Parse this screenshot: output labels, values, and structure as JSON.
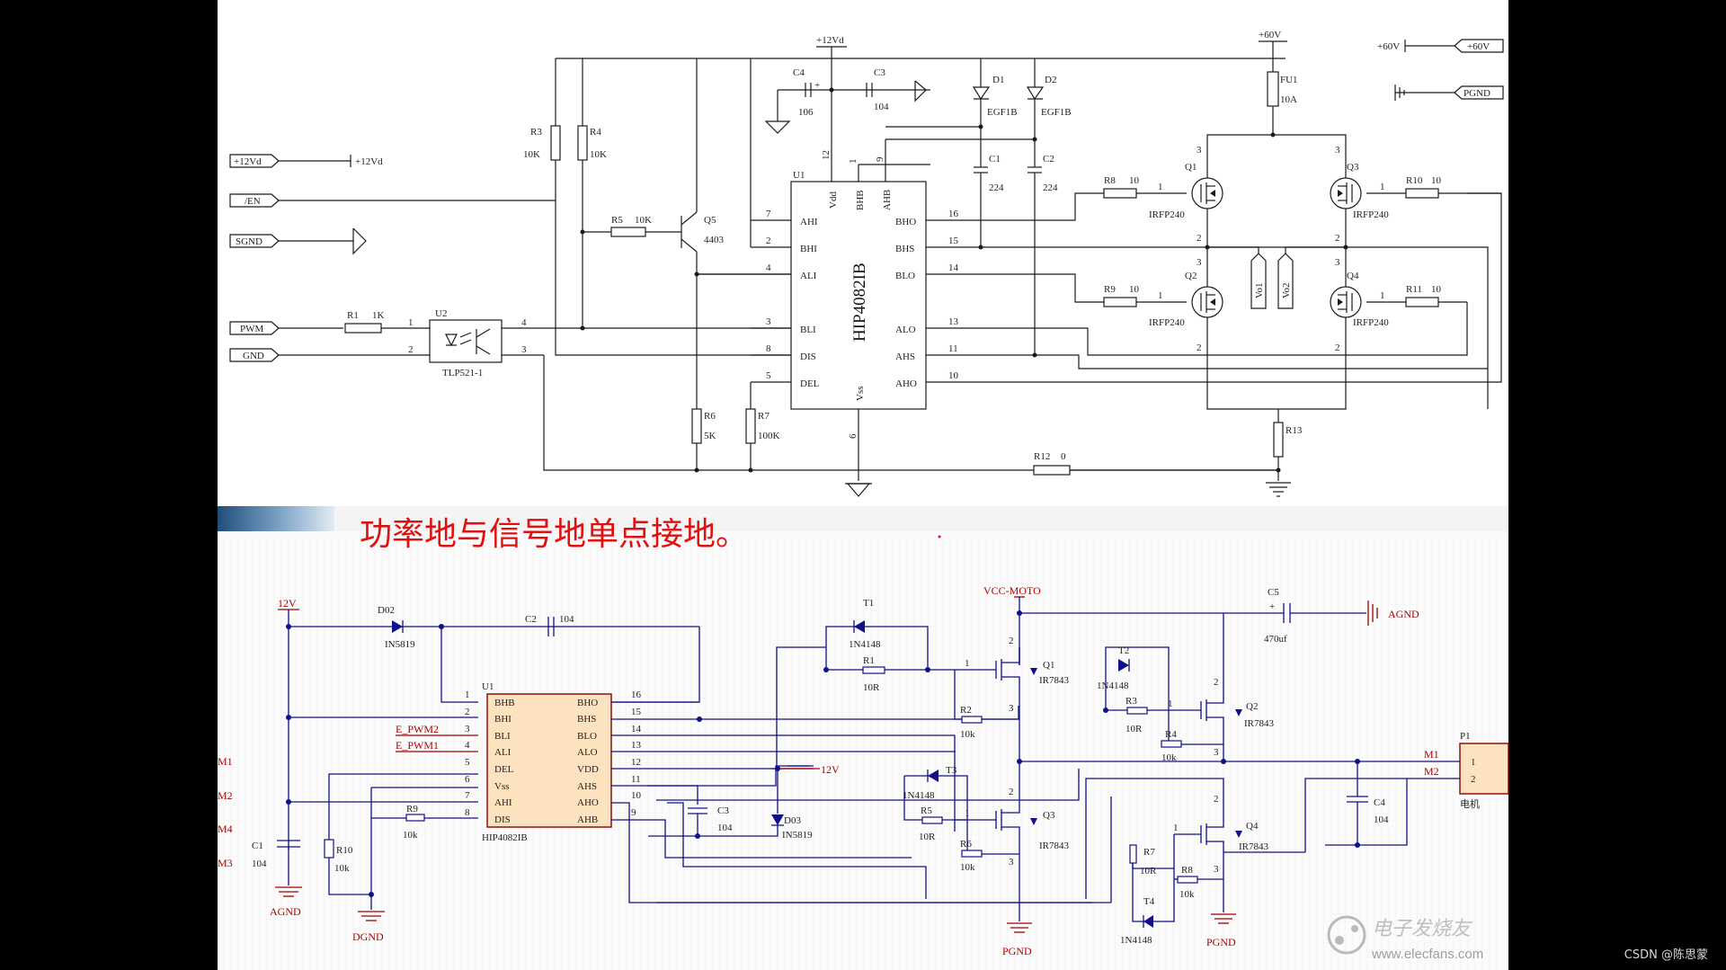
{
  "caption": "功率地与信号地单点接地。",
  "watermark": {
    "logo_text": "电子发烧友",
    "url": "www.elecfans.com",
    "credit": "CSDN @陈思蒙"
  },
  "top": {
    "ports": {
      "p12vd": "+12Vd",
      "en": "/EN",
      "sgnd": "SGND",
      "pwm": "PWM",
      "gnd": "GND",
      "p60v": "+60V",
      "pgnd": "PGND"
    },
    "net_12vd": "+12Vd",
    "net_60v": "+60V",
    "ic": {
      "ref": "U1",
      "name": "HIP4082IB",
      "left": [
        {
          "n": "7",
          "name": "AHI"
        },
        {
          "n": "2",
          "name": "BHI"
        },
        {
          "n": "4",
          "name": "ALI"
        },
        {
          "n": "3",
          "name": "BLI"
        },
        {
          "n": "8",
          "name": "DIS"
        },
        {
          "n": "5",
          "name": "DEL"
        }
      ],
      "right": [
        {
          "n": "16",
          "name": "BHO"
        },
        {
          "n": "15",
          "name": "BHS"
        },
        {
          "n": "14",
          "name": "BLO"
        },
        {
          "n": "13",
          "name": "ALO"
        },
        {
          "n": "11",
          "name": "AHS"
        },
        {
          "n": "10",
          "name": "AHO"
        }
      ],
      "top": [
        {
          "n": "12",
          "name": "Vdd"
        },
        {
          "n": "1",
          "name": "BHB"
        },
        {
          "n": "9",
          "name": "AHB"
        }
      ],
      "bottom": [
        {
          "n": "6",
          "name": "Vss"
        }
      ]
    },
    "opto": {
      "ref": "U2",
      "name": "TLP521-1",
      "pins": [
        "1",
        "2",
        "4",
        "3"
      ]
    },
    "q5": {
      "ref": "Q5",
      "value": "4403"
    },
    "R1": {
      "ref": "R1",
      "value": "1K"
    },
    "R3": {
      "ref": "R3",
      "value": "10K"
    },
    "R4": {
      "ref": "R4",
      "value": "10K"
    },
    "R5": {
      "ref": "R5",
      "value": "10K"
    },
    "R6": {
      "ref": "R6",
      "value": "5K"
    },
    "R7": {
      "ref": "R7",
      "value": "100K"
    },
    "R8": {
      "ref": "R8",
      "value": "10"
    },
    "R9": {
      "ref": "R9",
      "value": "10"
    },
    "R10": {
      "ref": "R10",
      "value": "10"
    },
    "R11": {
      "ref": "R11",
      "value": "10"
    },
    "R12": {
      "ref": "R12",
      "value": "0"
    },
    "R13": {
      "ref": "R13"
    },
    "C1": {
      "ref": "C1",
      "value": "224"
    },
    "C2": {
      "ref": "C2",
      "value": "224"
    },
    "C3": {
      "ref": "C3",
      "value": "104"
    },
    "C4": {
      "ref": "C4",
      "value": "106"
    },
    "D1": {
      "ref": "D1",
      "value": "EGF1B"
    },
    "D2": {
      "ref": "D2",
      "value": "EGF1B"
    },
    "fuse": {
      "ref": "FU1",
      "value": "10A"
    },
    "mosfets": [
      {
        "ref": "Q1",
        "value": "IRFP240"
      },
      {
        "ref": "Q2",
        "value": "IRFP240"
      },
      {
        "ref": "Q3",
        "value": "IRFP240"
      },
      {
        "ref": "Q4",
        "value": "IRFP240"
      }
    ],
    "vo1": "Vo1",
    "vo2": "Vo2"
  },
  "bottom": {
    "net_12v": "12V",
    "vcc_moto": "VCC-MOTO",
    "agnd": "AGND",
    "dgnd": "DGND",
    "pgnd": "PGND",
    "net_12v_b": "12V",
    "motor_side": [
      "M1",
      "M2",
      "M4",
      "M3"
    ],
    "ic": {
      "ref": "U1",
      "name": "HIP4082IB",
      "left": [
        {
          "n": "1",
          "name": "BHB"
        },
        {
          "n": "2",
          "name": "BHI"
        },
        {
          "n": "3",
          "name": "BLI"
        },
        {
          "n": "4",
          "name": "ALI"
        },
        {
          "n": "5",
          "name": "DEL"
        },
        {
          "n": "6",
          "name": "Vss"
        },
        {
          "n": "7",
          "name": "AHI"
        },
        {
          "n": "8",
          "name": "DIS"
        }
      ],
      "right": [
        {
          "n": "16",
          "name": "BHO"
        },
        {
          "n": "15",
          "name": "BHS"
        },
        {
          "n": "14",
          "name": "BLO"
        },
        {
          "n": "13",
          "name": "ALO"
        },
        {
          "n": "12",
          "name": "VDD"
        },
        {
          "n": "11",
          "name": "AHS"
        },
        {
          "n": "10",
          "name": "AHO"
        },
        {
          "n": "9",
          "name": "AHB"
        }
      ]
    },
    "e_pwm2": "E_PWM2",
    "e_pwm1": "E_PWM1",
    "D02": {
      "ref": "D02",
      "value": "IN5819"
    },
    "D03": {
      "ref": "D03",
      "value": "IN5819"
    },
    "C1": {
      "ref": "C1",
      "value": "104"
    },
    "C2": {
      "ref": "C2",
      "value": "104"
    },
    "C3": {
      "ref": "C3",
      "value": "104"
    },
    "C4": {
      "ref": "C4",
      "value": "104"
    },
    "C5": {
      "ref": "C5",
      "value": "470uf"
    },
    "R1": {
      "ref": "R1",
      "value": "10R"
    },
    "R2": {
      "ref": "R2",
      "value": "10k"
    },
    "R3": {
      "ref": "R3",
      "value": "10R"
    },
    "R4": {
      "ref": "R4",
      "value": "10k"
    },
    "R5": {
      "ref": "R5",
      "value": "10R"
    },
    "R6": {
      "ref": "R6",
      "value": "10k"
    },
    "R7": {
      "ref": "R7",
      "value": "10R"
    },
    "R8": {
      "ref": "R8",
      "value": "10k"
    },
    "R9": {
      "ref": "R9",
      "value": "10k"
    },
    "R10": {
      "ref": "R10",
      "value": "10k"
    },
    "T1": {
      "ref": "T1",
      "value": "1N4148"
    },
    "T2": {
      "ref": "T2",
      "value": "1N4148"
    },
    "T3": {
      "ref": "T3",
      "value": "1N4148"
    },
    "T4": {
      "ref": "T4",
      "value": "1N4148"
    },
    "mosfets": [
      {
        "ref": "Q1",
        "value": "IR7843"
      },
      {
        "ref": "Q2",
        "value": "IR7843"
      },
      {
        "ref": "Q3",
        "value": "IR7843"
      },
      {
        "ref": "Q4",
        "value": "IR7843"
      }
    ],
    "conn": {
      "ref": "P1",
      "pins": [
        "1",
        "2"
      ],
      "label": "电机",
      "m1": "M1",
      "m2": "M2"
    }
  },
  "colors": {
    "caption": "#e01010",
    "ic_fill": "#fde2bf",
    "ic_border": "#8a0000",
    "wire_blue": "#10108a",
    "bg_top": "#ffffff",
    "bg_bottom": "#fbfbfb"
  }
}
